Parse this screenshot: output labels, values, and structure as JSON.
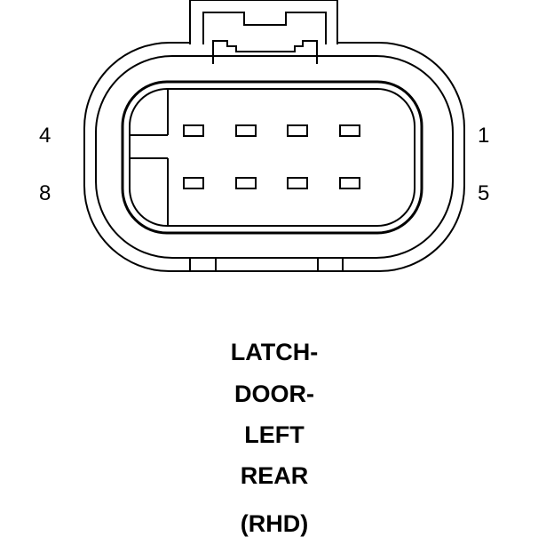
{
  "pin_labels": {
    "top_left": "4",
    "bottom_left": "8",
    "top_right": "1",
    "bottom_right": "5"
  },
  "caption": {
    "line1": "LATCH-",
    "line2": "DOOR-",
    "line3": "LEFT",
    "line4": "REAR",
    "line5": "(RHD)"
  },
  "colors": {
    "stroke": "#000000",
    "background": "#ffffff"
  }
}
